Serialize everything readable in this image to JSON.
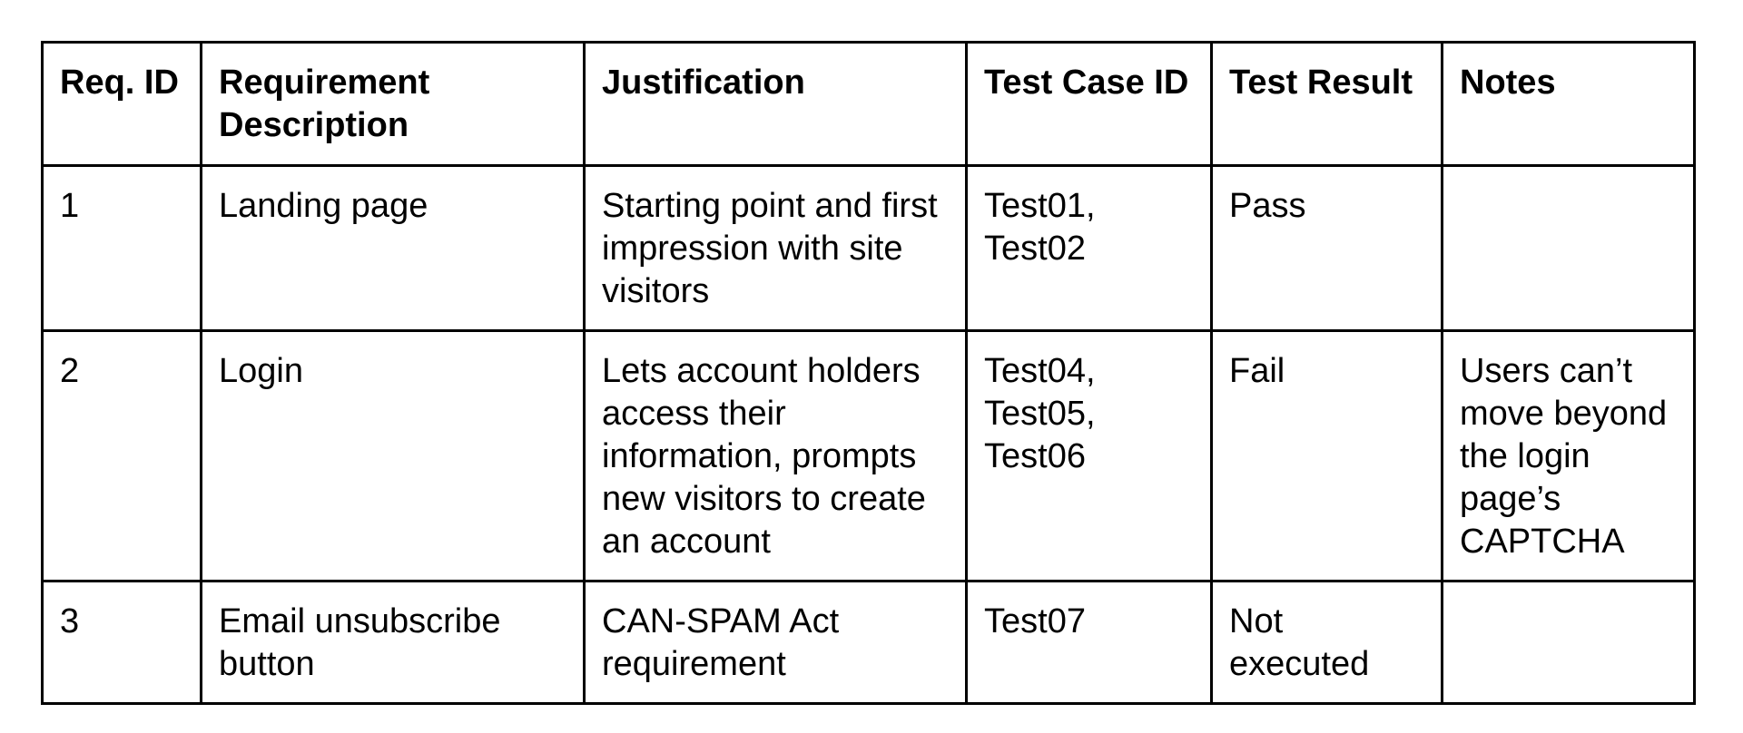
{
  "colors": {
    "background": "#ffffff",
    "border": "#000000",
    "text": "#000000"
  },
  "table": {
    "columns": [
      {
        "label": "Req. ID"
      },
      {
        "label": "Requirement Description"
      },
      {
        "label": "Justification"
      },
      {
        "label": "Test Case ID"
      },
      {
        "label": "Test Result"
      },
      {
        "label": "Notes"
      }
    ],
    "rows": [
      {
        "req_id": "1",
        "description": "Landing page",
        "justification": "Starting point and first impression with site visitors",
        "test_case_id": "Test01, Test02",
        "test_result": "Pass",
        "notes": ""
      },
      {
        "req_id": "2",
        "description": "Login",
        "justification": "Lets account holders access their information, prompts new visitors to create an account",
        "test_case_id": "Test04, Test05, Test06",
        "test_result": "Fail",
        "notes": "Users can’t move beyond the login page’s CAPTCHA"
      },
      {
        "req_id": "3",
        "description": "Email unsubscribe button",
        "justification": "CAN-SPAM Act requirement",
        "test_case_id": "Test07",
        "test_result": "Not executed",
        "notes": ""
      }
    ]
  }
}
